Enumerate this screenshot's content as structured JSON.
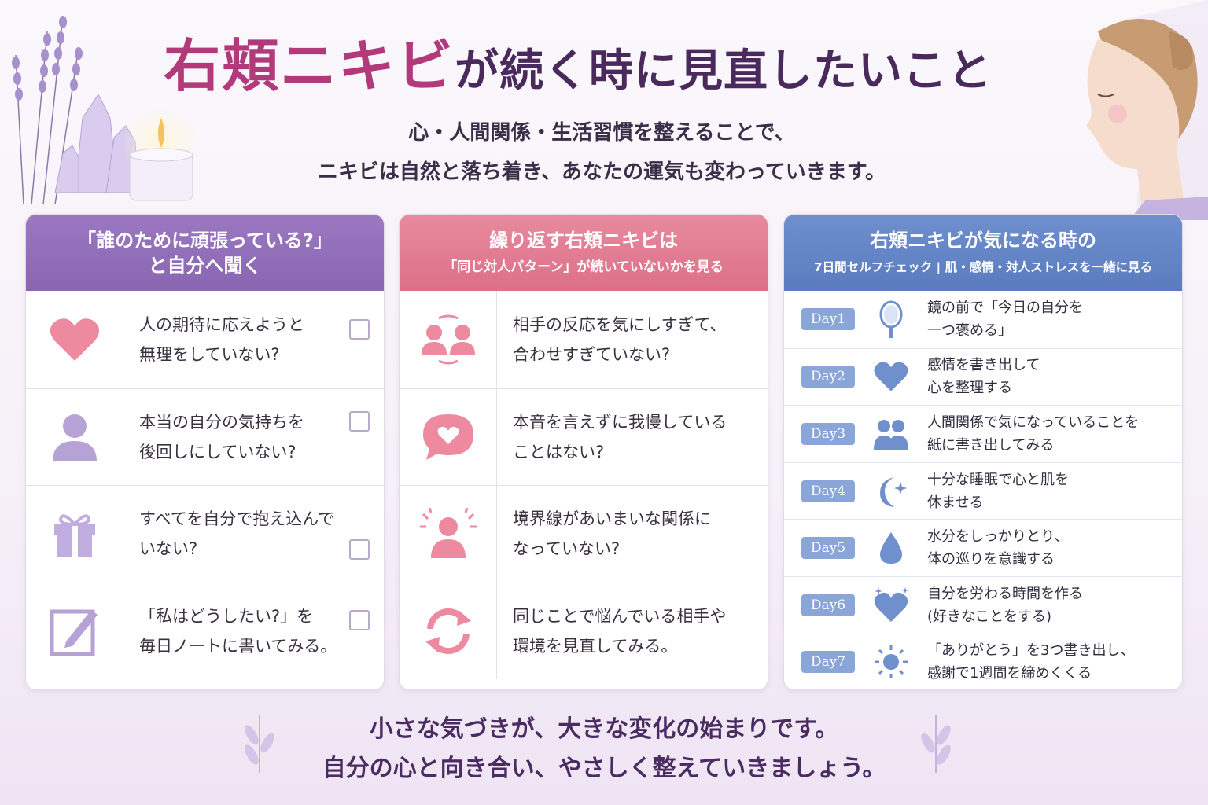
{
  "title": {
    "main": "右頬ニキビ",
    "sub": "が続く時に見直したいこと"
  },
  "lead": {
    "line1": "心・人間関係・生活習慣を整えることで、",
    "line2": "ニキビは自然と落ち着き、あなたの運気も変わっていきます。"
  },
  "panel1": {
    "header_line1": "「誰のために頑張っている?」",
    "header_line2": "と自分へ聞く",
    "items": [
      {
        "icon": "heart-icon",
        "line1": "人の期待に応えようと",
        "line2": "無理をしていない?"
      },
      {
        "icon": "person-icon",
        "line1": "本当の自分の気持ちを",
        "line2": "後回しにしていない?"
      },
      {
        "icon": "gift-icon",
        "line1": "すべてを自分で抱え込んで",
        "line2": "いない?"
      },
      {
        "icon": "notebook-pen-icon",
        "line1": "「私はどうしたい?」を",
        "line2": "毎日ノートに書いてみる。"
      }
    ]
  },
  "panel2": {
    "header_line1": "繰り返す右頬ニキビは",
    "header_line2": "「同じ対人パターン」が続いていないかを見る",
    "items": [
      {
        "icon": "people-exchange-icon",
        "line1": "相手の反応を気にしすぎて、",
        "line2": "合わせすぎていない?"
      },
      {
        "icon": "speech-heart-icon",
        "line1": "本音を言えずに我慢している",
        "line2": "ことはない?"
      },
      {
        "icon": "stressed-person-icon",
        "line1": "境界線があいまいな関係に",
        "line2": "なっていない?"
      },
      {
        "icon": "cycle-arrows-icon",
        "line1": "同じことで悩んでいる相手や",
        "line2": "環境を見直してみる。"
      }
    ]
  },
  "panel3": {
    "header_line1": "右頬ニキビが気になる時の",
    "header_line2": "7日間セルフチェック | 肌・感情・対人ストレスを一緒に見る",
    "days": [
      {
        "badge": "Day1",
        "icon": "mirror-icon",
        "line1": "鏡の前で「今日の自分を",
        "line2": "一つ褒める」"
      },
      {
        "badge": "Day2",
        "icon": "heart-icon",
        "line1": "感情を書き出して",
        "line2": "心を整理する"
      },
      {
        "badge": "Day3",
        "icon": "people-icon",
        "line1": "人間関係で気になっていることを",
        "line2": "紙に書き出してみる"
      },
      {
        "badge": "Day4",
        "icon": "moon-icon",
        "line1": "十分な睡眠で心と肌を",
        "line2": "休ませる"
      },
      {
        "badge": "Day5",
        "icon": "water-drop-icon",
        "line1": "水分をしっかりとり、",
        "line2": "体の巡りを意識する"
      },
      {
        "badge": "Day6",
        "icon": "sparkle-heart-icon",
        "line1": "自分を労わる時間を作る",
        "line2": "(好きなことをする)"
      },
      {
        "badge": "Day7",
        "icon": "sun-icon",
        "line1": "「ありがとう」を3つ書き出し、",
        "line2": "感謝で1週間を締めくくる"
      }
    ]
  },
  "footer": {
    "line1": "小さな気づきが、大きな変化の始まりです。",
    "line2": "自分の心と向き合い、やさしく整えていきましょう。"
  },
  "colors": {
    "title_pink": "#b23a7a",
    "title_purple": "#4a2a5c",
    "panel1_header": "#8a66b2",
    "panel2_header": "#dc7088",
    "panel3_header": "#5a7cbf",
    "day_badge": "#8aa5d8"
  }
}
